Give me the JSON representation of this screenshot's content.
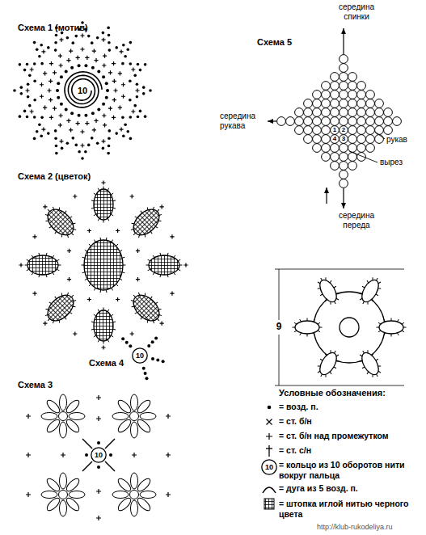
{
  "diagram": {
    "nodes": [
      {
        "text": [
          "10"
        ]
      },
      {
        "text": [
          "10"
        ]
      },
      {
        "text": [
          "10"
        ]
      }
    ],
    "labels": [
      "Схема 1 (мотив)",
      "10",
      "Схема 2 (цветок)",
      "Схема 4",
      "Схема 3",
      "Схема 5",
      "середина спинки",
      "середина рукава",
      "1",
      "2",
      "4",
      "3",
      "рукав",
      "вырез",
      "середина переда",
      "9",
      "Условные обозначения:",
      "http://klub-rukodeliya.ru"
    ],
    "legend": [
      {
        "text": "= возд. п."
      },
      {
        "text": "= ст. б/н"
      },
      {
        "text": "= ст. б/н над промежутком"
      },
      {
        "text": "= ст. с/н"
      },
      {
        "text": "= кольцо из 10 оборотов нити вокруг пальца"
      },
      {
        "text": "= дуга из 5 возд. п."
      },
      {
        "text": "= штопка иглой нитью черного цвета"
      }
    ]
  }
}
